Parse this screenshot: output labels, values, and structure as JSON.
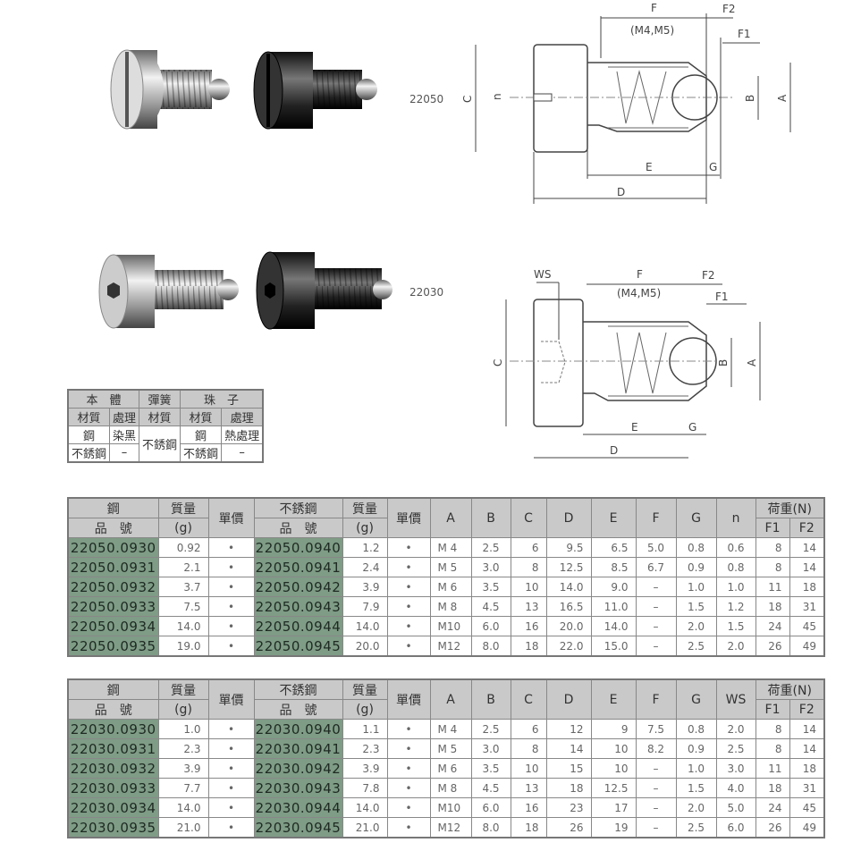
{
  "products": [
    {
      "code": "22050",
      "photos": [
        "steel-slotted-screw-plunger",
        "black-slotted-screw-plunger"
      ]
    },
    {
      "code": "22030",
      "photos": [
        "steel-hex-socket-plunger",
        "black-hex-socket-plunger"
      ]
    }
  ],
  "drawing_labels": {
    "F": "F",
    "F1": "F1",
    "F2": "F2",
    "F_note": "(M4,M5)",
    "A": "A",
    "B": "B",
    "C": "C",
    "D": "D",
    "E": "E",
    "G": "G",
    "n": "n",
    "WS": "WS"
  },
  "materials": {
    "groups": [
      "本　體",
      "彈簧",
      "珠　子"
    ],
    "sub": [
      "材質",
      "處理",
      "材質",
      "材質",
      "處理"
    ],
    "rows": [
      [
        "鋼",
        "染黑",
        "不銹鋼",
        "鋼",
        "熱處理"
      ],
      [
        "不銹鋼",
        "–",
        "",
        "不銹鋼",
        "–"
      ]
    ]
  },
  "tables": [
    {
      "h": {
        "steel": "鋼",
        "pn": "品　號",
        "mass": "質量",
        "g": "(g)",
        "price": "單價",
        "ss": "不銹鋼",
        "A": "A",
        "B": "B",
        "C": "C",
        "D": "D",
        "E": "E",
        "F": "F",
        "G": "G",
        "X": "n",
        "load": "荷重(N)",
        "F1": "F1",
        "F2": "F2"
      },
      "rows": [
        [
          "22050.0930",
          "0.92",
          "•",
          "22050.0940",
          "1.2",
          "•",
          "M 4",
          "2.5",
          "6",
          "9.5",
          "6.5",
          "5.0",
          "0.8",
          "0.6",
          "8",
          "14"
        ],
        [
          "22050.0931",
          "2.1",
          "•",
          "22050.0941",
          "2.4",
          "•",
          "M 5",
          "3.0",
          "8",
          "12.5",
          "8.5",
          "6.7",
          "0.9",
          "0.8",
          "8",
          "14"
        ],
        [
          "22050.0932",
          "3.7",
          "•",
          "22050.0942",
          "3.9",
          "•",
          "M 6",
          "3.5",
          "10",
          "14.0",
          "9.0",
          "–",
          "1.0",
          "1.0",
          "11",
          "18"
        ],
        [
          "22050.0933",
          "7.5",
          "•",
          "22050.0943",
          "7.9",
          "•",
          "M 8",
          "4.5",
          "13",
          "16.5",
          "11.0",
          "–",
          "1.5",
          "1.2",
          "18",
          "31"
        ],
        [
          "22050.0934",
          "14.0",
          "•",
          "22050.0944",
          "14.0",
          "•",
          "M10",
          "6.0",
          "16",
          "20.0",
          "14.0",
          "–",
          "2.0",
          "1.5",
          "24",
          "45"
        ],
        [
          "22050.0935",
          "19.0",
          "•",
          "22050.0945",
          "20.0",
          "•",
          "M12",
          "8.0",
          "18",
          "22.0",
          "15.0",
          "–",
          "2.5",
          "2.0",
          "26",
          "49"
        ]
      ]
    },
    {
      "h": {
        "steel": "鋼",
        "pn": "品　號",
        "mass": "質量",
        "g": "(g)",
        "price": "單價",
        "ss": "不銹鋼",
        "A": "A",
        "B": "B",
        "C": "C",
        "D": "D",
        "E": "E",
        "F": "F",
        "G": "G",
        "X": "WS",
        "load": "荷重(N)",
        "F1": "F1",
        "F2": "F2"
      },
      "rows": [
        [
          "22030.0930",
          "1.0",
          "•",
          "22030.0940",
          "1.1",
          "•",
          "M 4",
          "2.5",
          "6",
          "12",
          "9",
          "7.5",
          "0.8",
          "2.0",
          "8",
          "14"
        ],
        [
          "22030.0931",
          "2.3",
          "•",
          "22030.0941",
          "2.3",
          "•",
          "M 5",
          "3.0",
          "8",
          "14",
          "10",
          "8.2",
          "0.9",
          "2.5",
          "8",
          "14"
        ],
        [
          "22030.0932",
          "3.9",
          "•",
          "22030.0942",
          "3.9",
          "•",
          "M 6",
          "3.5",
          "10",
          "15",
          "10",
          "–",
          "1.0",
          "3.0",
          "11",
          "18"
        ],
        [
          "22030.0933",
          "7.7",
          "•",
          "22030.0943",
          "7.8",
          "•",
          "M 8",
          "4.5",
          "13",
          "18",
          "12.5",
          "–",
          "1.5",
          "4.0",
          "18",
          "31"
        ],
        [
          "22030.0934",
          "14.0",
          "•",
          "22030.0944",
          "14.0",
          "•",
          "M10",
          "6.0",
          "16",
          "23",
          "17",
          "–",
          "2.0",
          "5.0",
          "24",
          "45"
        ],
        [
          "22030.0935",
          "21.0",
          "•",
          "22030.0945",
          "21.0",
          "•",
          "M12",
          "8.0",
          "18",
          "26",
          "19",
          "–",
          "2.5",
          "6.0",
          "26",
          "49"
        ]
      ]
    }
  ]
}
